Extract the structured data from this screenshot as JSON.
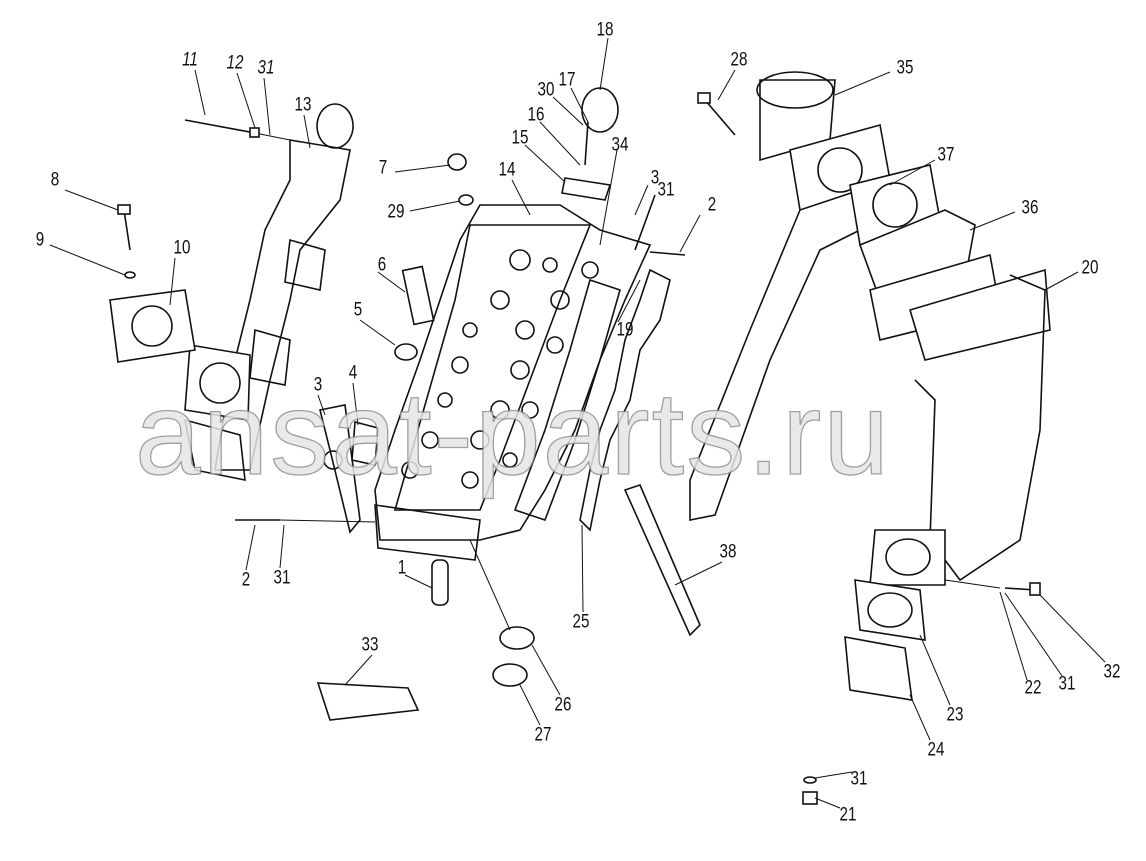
{
  "diagram": {
    "title": "Cylinder head and manifolds exploded view",
    "watermark": "ansat-parts.ru",
    "labels": [
      "11",
      "12",
      "31",
      "13",
      "8",
      "9",
      "10",
      "7",
      "29",
      "14",
      "15",
      "16",
      "30",
      "17",
      "18",
      "34",
      "3",
      "31",
      "2",
      "28",
      "35",
      "37",
      "36",
      "20",
      "6",
      "5",
      "19",
      "3",
      "4",
      "2",
      "31",
      "1",
      "33",
      "25",
      "26",
      "27",
      "38",
      "23",
      "24",
      "22",
      "31",
      "32",
      "31",
      "21"
    ]
  }
}
